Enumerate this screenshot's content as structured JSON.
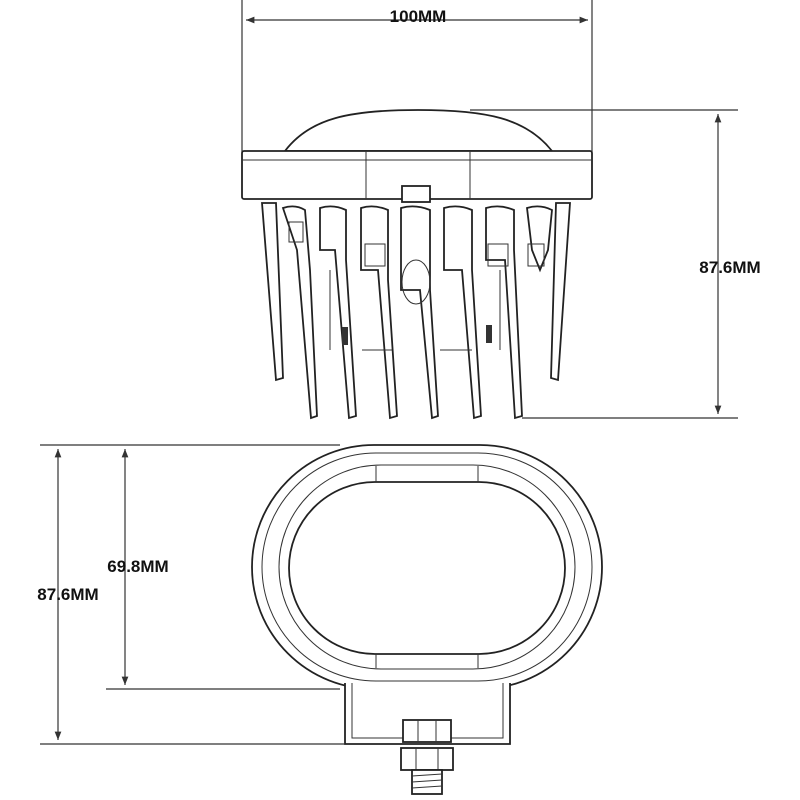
{
  "dimensions": {
    "top_width": "100MM",
    "side_height": "87.6MM",
    "front_inner_height": "69.8MM",
    "front_total_height": "87.6MM"
  },
  "colors": {
    "line": "#333333",
    "text": "#111111",
    "background": "#ffffff"
  }
}
